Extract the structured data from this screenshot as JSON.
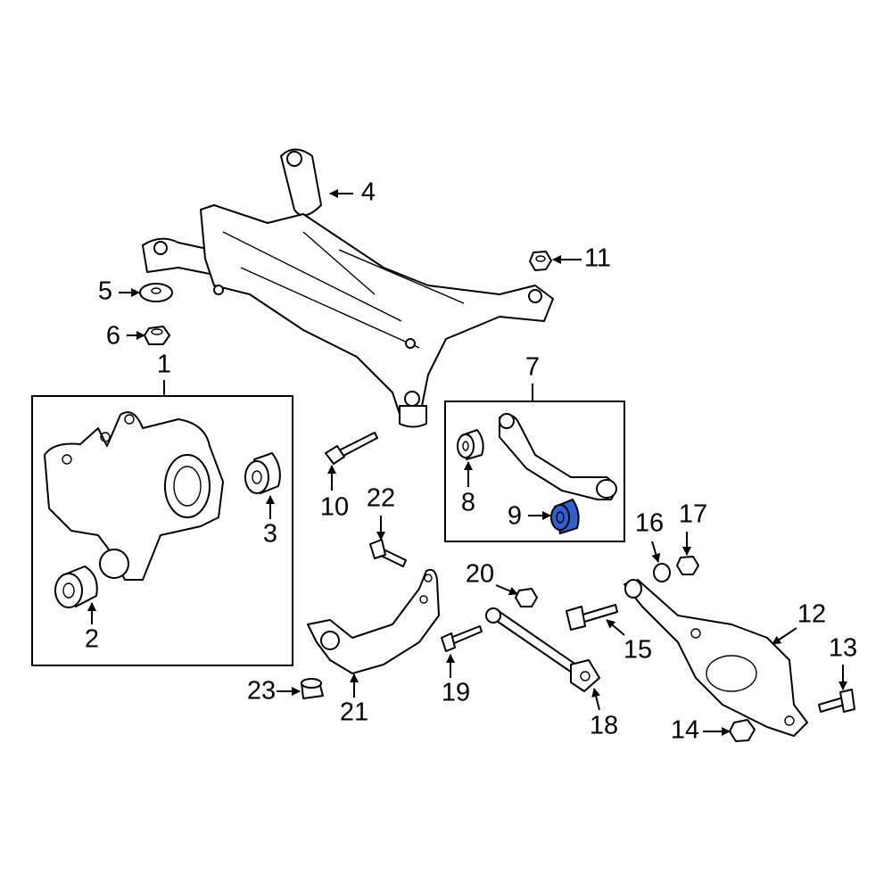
{
  "diagram": {
    "highlight_color": "#2f5fd0",
    "highlighted_part": "9",
    "callouts": [
      "1",
      "2",
      "3",
      "4",
      "5",
      "6",
      "7",
      "8",
      "9",
      "10",
      "11",
      "12",
      "13",
      "14",
      "15",
      "16",
      "17",
      "18",
      "19",
      "20",
      "21",
      "22",
      "23"
    ]
  }
}
